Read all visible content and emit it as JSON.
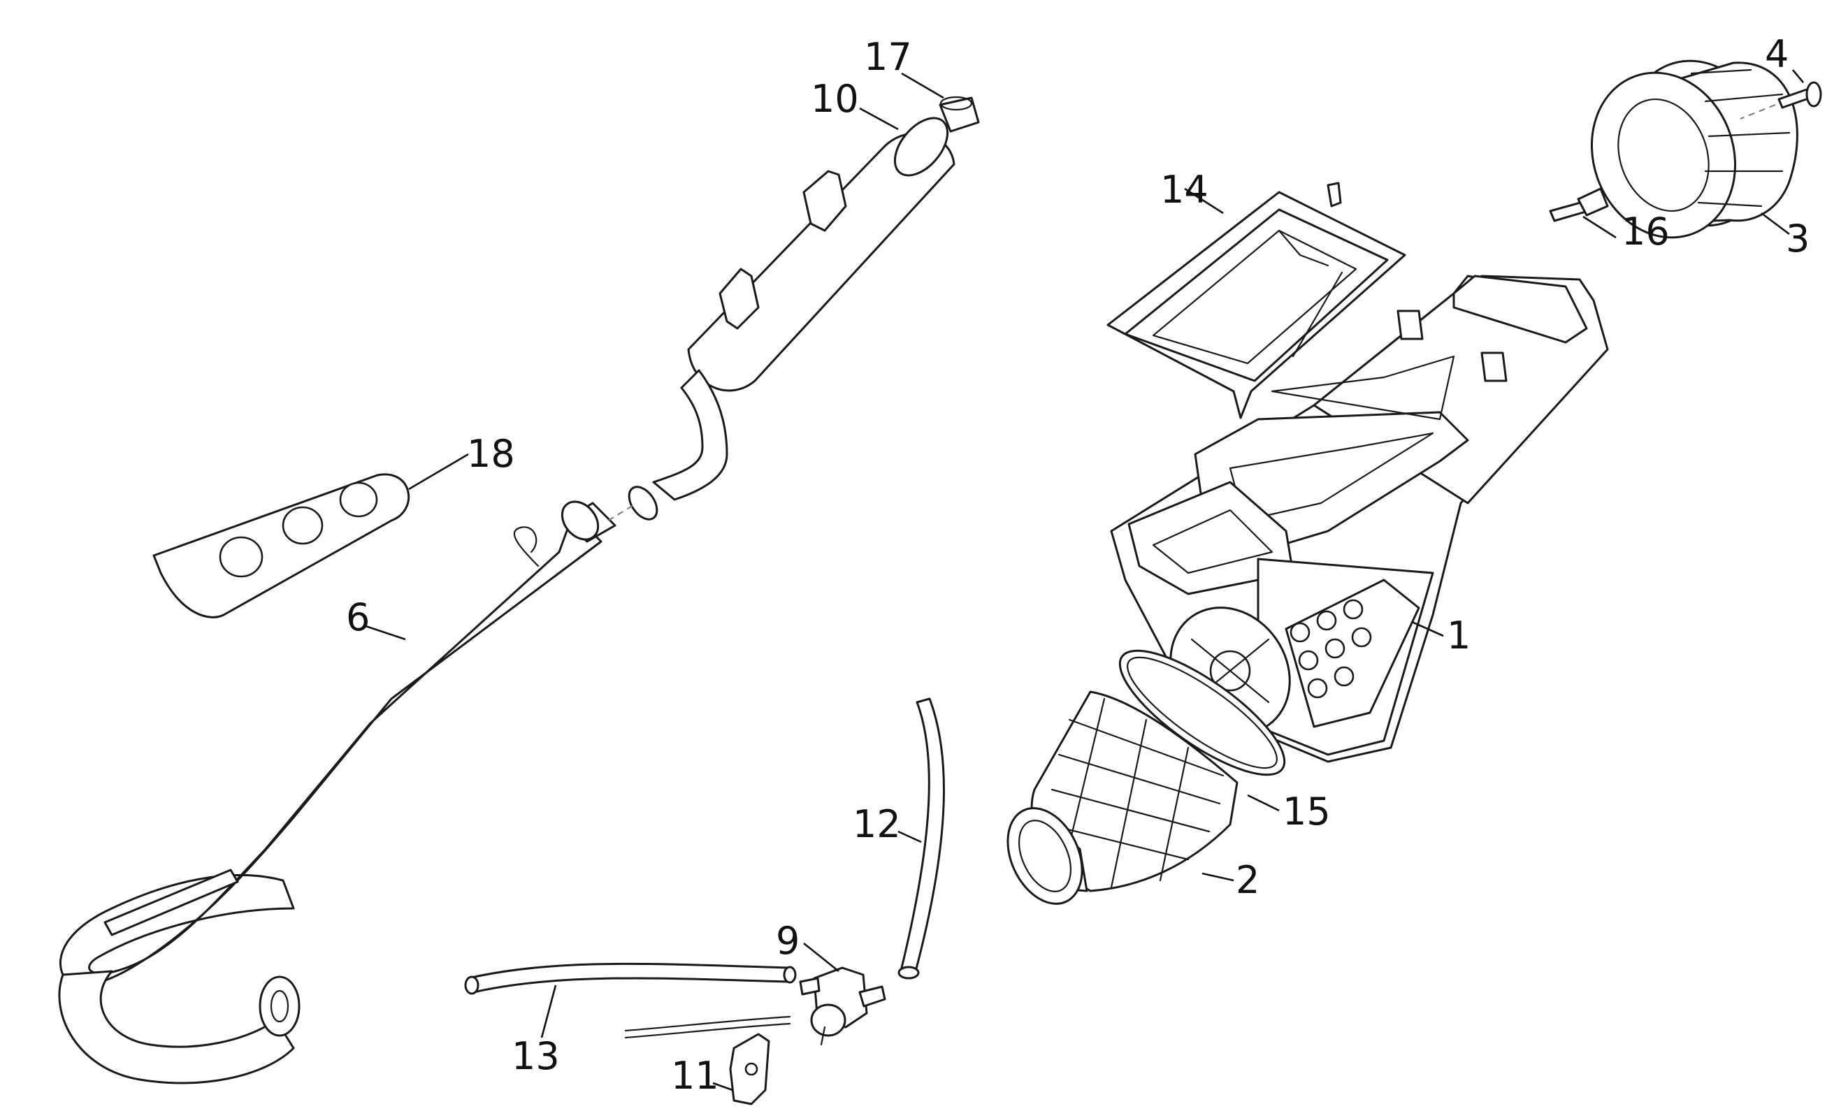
{
  "diagram": {
    "callouts": [
      {
        "id": "1",
        "label": "1"
      },
      {
        "id": "2",
        "label": "2"
      },
      {
        "id": "3",
        "label": "3"
      },
      {
        "id": "4",
        "label": "4"
      },
      {
        "id": "6",
        "label": "6"
      },
      {
        "id": "9",
        "label": "9"
      },
      {
        "id": "10",
        "label": "10"
      },
      {
        "id": "11",
        "label": "11"
      },
      {
        "id": "12",
        "label": "12"
      },
      {
        "id": "13",
        "label": "13"
      },
      {
        "id": "14",
        "label": "14"
      },
      {
        "id": "15",
        "label": "15"
      },
      {
        "id": "16",
        "label": "16"
      },
      {
        "id": "17",
        "label": "17"
      },
      {
        "id": "18",
        "label": "18"
      }
    ]
  }
}
